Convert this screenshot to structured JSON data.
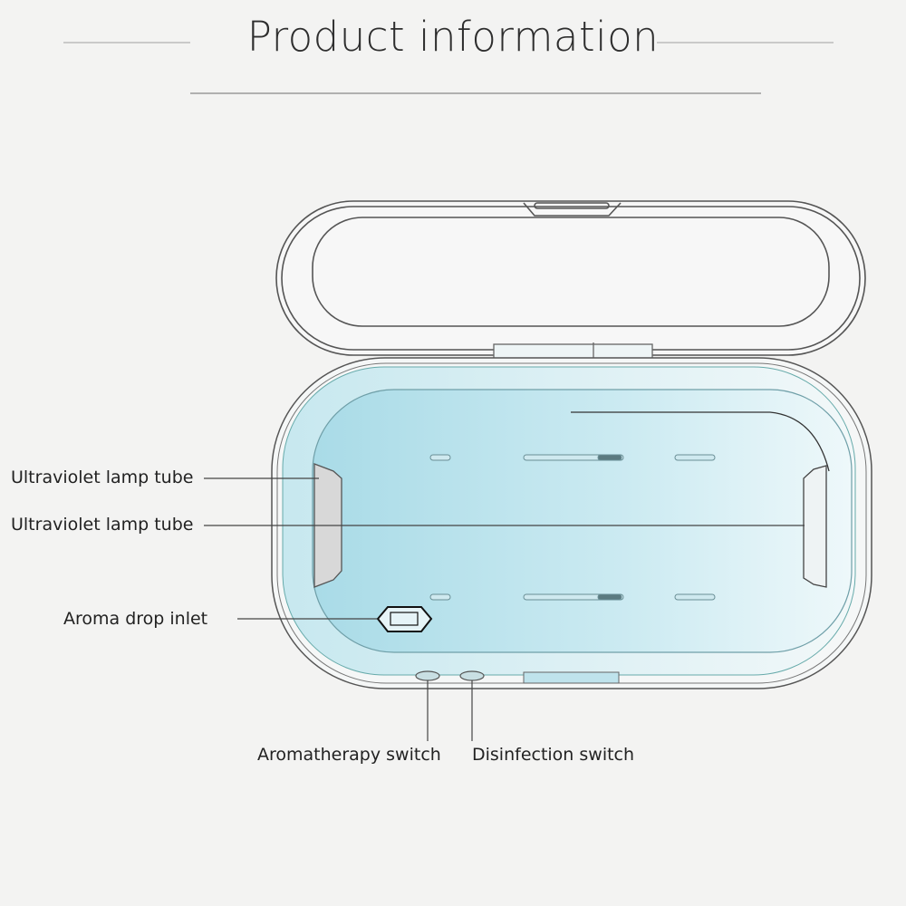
{
  "header": {
    "title": "Product information"
  },
  "labels": {
    "uv_lamp_1": "Ultraviolet lamp tube",
    "uv_lamp_2": "Ultraviolet lamp tube",
    "aroma_inlet": "Aroma drop inlet",
    "aromatherapy_switch": "Aromatherapy switch",
    "disinfection_switch": "Disinfection switch"
  },
  "colors": {
    "interior": "#bfe5ee",
    "outline": "#555555",
    "background": "#f3f3f2"
  }
}
